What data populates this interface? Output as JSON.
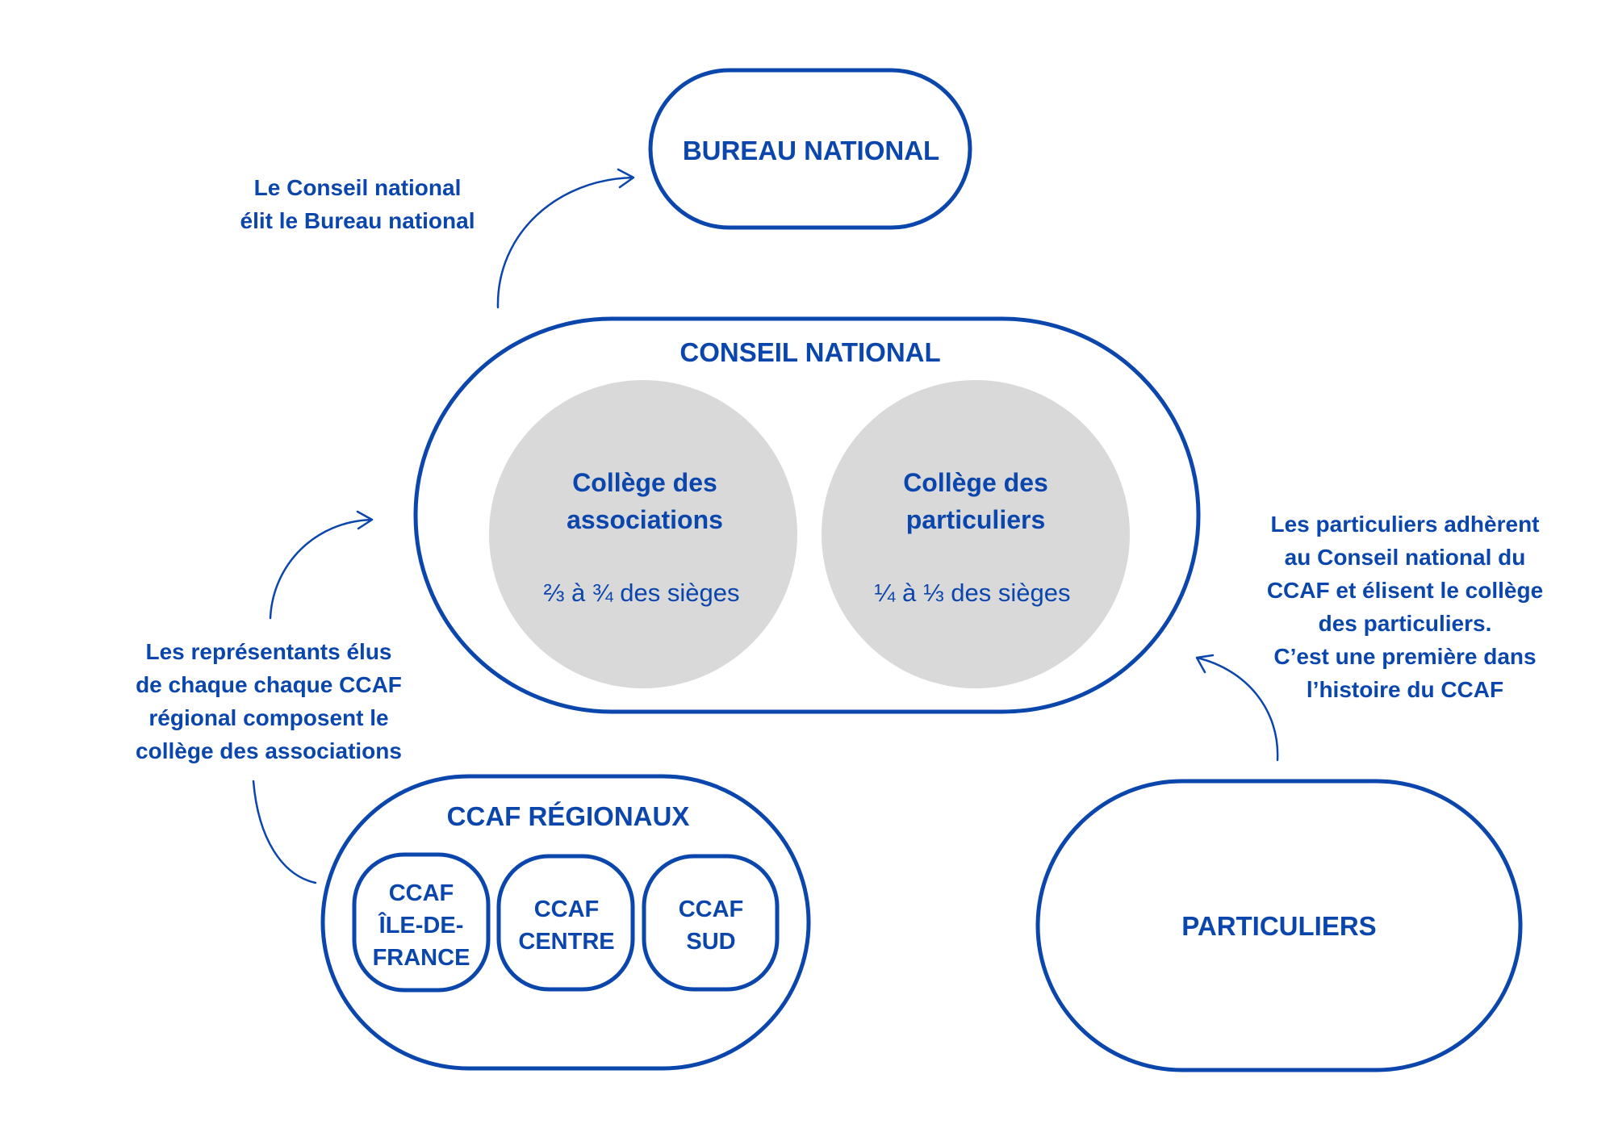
{
  "colors": {
    "primary": "#0b46ad",
    "circle_fill": "#d9d9d9",
    "background": "#ffffff"
  },
  "bureau": {
    "title": "BUREAU NATIONAL"
  },
  "conseil": {
    "title": "CONSEIL NATIONAL",
    "colleges": [
      {
        "title_line1": "Collège des",
        "title_line2": "associations",
        "seats": "⅔ à ¾ des sièges"
      },
      {
        "title_line1": "Collège des",
        "title_line2": "particuliers",
        "seats": "¼ à ⅓ des sièges"
      }
    ]
  },
  "regionaux": {
    "title": "CCAF RÉGIONAUX",
    "items": [
      {
        "line1": "CCAF",
        "line2": "ÎLE-DE-",
        "line3": "FRANCE"
      },
      {
        "line1": "CCAF",
        "line2": "CENTRE"
      },
      {
        "line1": "CCAF",
        "line2": "SUD"
      }
    ]
  },
  "particuliers": {
    "title": "PARTICULIERS"
  },
  "annotations": {
    "bureau_election": [
      "Le Conseil national",
      "élit le Bureau national"
    ],
    "representants": [
      "Les représentants élus",
      "de chaque chaque CCAF",
      "régional composent le",
      "collège des associations"
    ],
    "particuliers_adherent": [
      "Les particuliers adhèrent",
      "au Conseil national du",
      "CCAF et élisent le collège",
      "des particuliers.",
      "C’est une première dans",
      "l’histoire du CCAF"
    ]
  }
}
